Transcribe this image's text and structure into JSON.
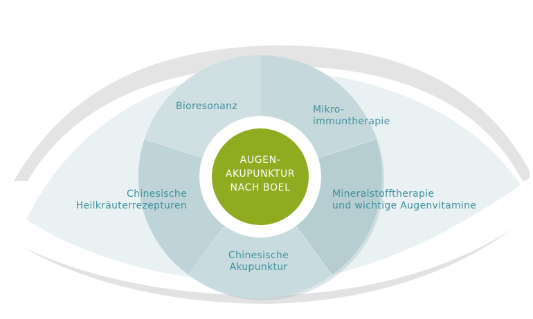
{
  "diagram": {
    "center": {
      "lines": [
        "AUGEN-",
        "AKUPUNKTUR",
        "NACH BOEL"
      ]
    },
    "segments": [
      {
        "lines": [
          "Bioresonanz"
        ]
      },
      {
        "lines": [
          "Mikro-",
          "immuntherapie"
        ]
      },
      {
        "lines": [
          "Mineralstofftherapie",
          "und wichtige Augenvitamine"
        ]
      },
      {
        "lines": [
          "Chinesische",
          "Akupunktur"
        ]
      },
      {
        "lines": [
          "Chinesische",
          "Heilkräuterrezepturen"
        ]
      }
    ],
    "colors": {
      "center_fill": "#8fab1f",
      "label_text": "#3f8f9c",
      "segment_light": "#cfdfe2",
      "segment_mid": "#bcd2d6",
      "segment_dark": "#aac5ca",
      "eye_white": "#e9f1f3",
      "lid": "#e6e6e6"
    }
  }
}
